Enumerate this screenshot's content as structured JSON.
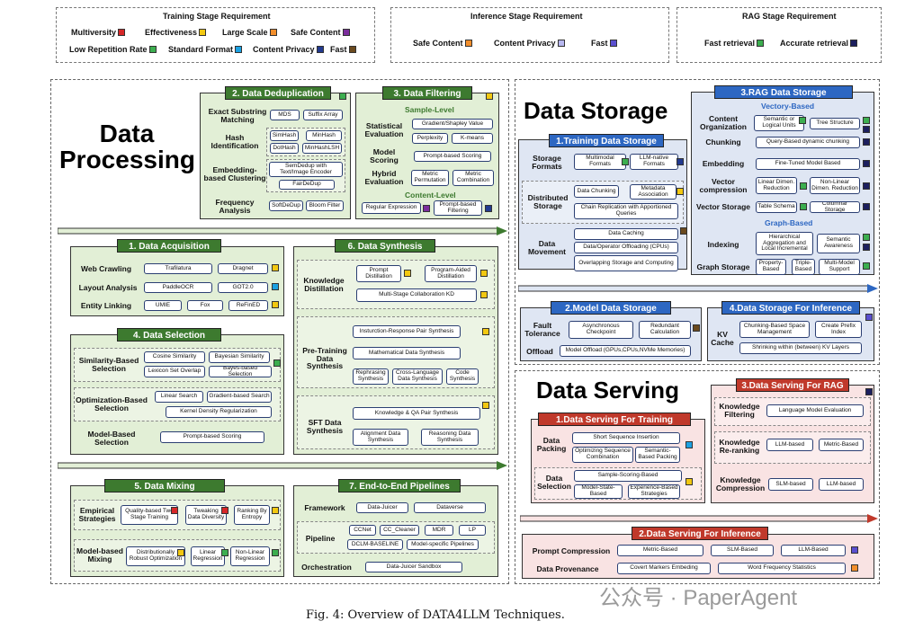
{
  "colors": {
    "red": "#d62728",
    "yellow": "#f2c811",
    "orange": "#f28e2b",
    "purple": "#7b2d9c",
    "green": "#3cae4f",
    "cyan": "#1ba1e2",
    "navy": "#223a8f",
    "brown": "#6b4a1e",
    "lavender": "#b8b8f0",
    "violet": "#5a4fcf",
    "dark": "#1c1f5e"
  },
  "legend": {
    "training": {
      "title": "Training Stage Requirement",
      "items": [
        "Multiversity",
        "Effectiveness",
        "Large Scale",
        "Safe Content",
        "Low Repetition Rate",
        "Standard Format",
        "Content Privacy",
        "Fast"
      ]
    },
    "inference": {
      "title": "Inference Stage Requirement",
      "items": [
        "Safe Content",
        "Content Privacy",
        "Fast"
      ]
    },
    "rag": {
      "title": "RAG Stage Requirement",
      "items": [
        "Fast retrieval",
        "Accurate retrieval"
      ]
    }
  },
  "processing": {
    "title": "Data Processing",
    "dedup": {
      "header": "2. Data Deduplication",
      "rows": [
        {
          "label": "Exact Substring Matching",
          "pills": [
            "MDS",
            "Suffix Array"
          ]
        },
        {
          "label": "Hash Identification",
          "pills": [
            "SimHash",
            "MinHash",
            "DotHash",
            "MinHashLSH"
          ]
        },
        {
          "label": "Embedding-based Clustering",
          "pills": [
            "SemDedup with Text/Image Encoder",
            "FairDeDup"
          ]
        },
        {
          "label": "Frequency Analysis",
          "pills": [
            "SoftDeDup",
            "Bloom Filter"
          ]
        }
      ]
    },
    "filtering": {
      "header": "3. Data Filtering",
      "sample_level": "Sample-Level",
      "content_level": "Content-Level",
      "rows": [
        {
          "label": "Statistical Evaluation",
          "pills": [
            "Gradient/Shapley Value",
            "Perplexity",
            "K-means"
          ]
        },
        {
          "label": "Model Scoring",
          "pills": [
            "Prompt-based Scoring"
          ]
        },
        {
          "label": "Hybrid Evaluation",
          "pills": [
            "Metric Permutation",
            "Metric Combination"
          ]
        }
      ],
      "content_pills": [
        "Regular Expression",
        "Prompt-based Filtering"
      ]
    },
    "acquisition": {
      "header": "1. Data Acquisition",
      "rows": [
        {
          "label": "Web Crawling",
          "pills": [
            "Trafilatura",
            "Dragnet"
          ]
        },
        {
          "label": "Layout Analysis",
          "pills": [
            "PaddleOCR",
            "GOT2.0"
          ]
        },
        {
          "label": "Entity Linking",
          "pills": [
            "UMIE",
            "Fox",
            "ReFinED"
          ]
        }
      ]
    },
    "selection": {
      "header": "4. Data Selection",
      "rows": [
        {
          "label": "Similarity-Based Selection",
          "pills": [
            "Cosine Similarity",
            "Bayesian Similarity",
            "Lexicon Set Overlap",
            "Bayes-based Selection"
          ]
        },
        {
          "label": "Optimization-Based Selection",
          "pills": [
            "Linear Search",
            "Gradient-based Search",
            "Kernel Density Regularization"
          ]
        },
        {
          "label": "Model-Based Selection",
          "pills": [
            "Prompt-based Scoring"
          ]
        }
      ]
    },
    "synthesis": {
      "header": "6. Data Synthesis",
      "rows": [
        {
          "label": "Knowledge Distillation",
          "pills": [
            "Prompt Distillation",
            "Program-Aided Distillation",
            "Multi-Stage Collaboration KD"
          ]
        },
        {
          "label": "Pre-Training Data Synthesis",
          "pills": [
            "Insturction-Response Pair Synthesis",
            "Mathematical Data Synthesis",
            "Rephrasing Synthesis",
            "Cross-Language Data Synthesis",
            "Code Synthesis"
          ]
        },
        {
          "label": "SFT Data Synthesis",
          "pills": [
            "Knowledge & QA Pair Synthesis",
            "Alignment Data Synthesis",
            "Reasoning Data Synthesis"
          ]
        }
      ]
    },
    "mixing": {
      "header": "5. Data Mixing",
      "rows": [
        {
          "label": "Empirical Strategies",
          "pills": [
            "Quality-based Two Stage Training",
            "Tweaking Data Diversity",
            "Ranking By Entropy"
          ]
        },
        {
          "label": "Model-based Mixing",
          "pills": [
            "Distributionally Robust Optimization",
            "Linear Regression",
            "Non-Linear Regression"
          ]
        }
      ]
    },
    "pipelines": {
      "header": "7. End-to-End Pipelines",
      "rows": [
        {
          "label": "Framework",
          "pills": [
            "Data-Juicer",
            "Dataverse"
          ]
        },
        {
          "label": "Pipeline",
          "pills": [
            "CCNet",
            "CC_Cleaner",
            "MDR",
            "LP",
            "DCLM-BASELINE",
            "Model-specific Pipelines"
          ]
        },
        {
          "label": "Orchestration",
          "pills": [
            "Data-Juicer Sandbox"
          ]
        }
      ]
    }
  },
  "storage": {
    "title": "Data Storage",
    "training": {
      "header": "1.Training Data Storage",
      "rows": [
        {
          "label": "Storage Formats",
          "pills": [
            "Multimodal Formats",
            "LLM-native Formats"
          ]
        },
        {
          "label": "Distributed Storage",
          "pills": [
            "Data Chunking",
            "Metadata Association",
            "Chain Replication with Apportioned Queries"
          ]
        },
        {
          "label": "Data Movement",
          "pills": [
            "Data Caching",
            "Data/Operator Offloading (CPUs)",
            "Overlapping Storage and Computing"
          ]
        }
      ]
    },
    "rag": {
      "header": "3.RAG Data Storage",
      "vectory": "Vectory-Based",
      "graph": "Graph-Based",
      "rows": [
        {
          "label": "Content Organization",
          "pills": [
            "Semantic or Logical Units",
            "Tree Structure"
          ]
        },
        {
          "label": "Chunking",
          "pills": [
            "Query-Based dynamic chunking"
          ]
        },
        {
          "label": "Embedding",
          "pills": [
            "Fine-Tuned Model Based"
          ]
        },
        {
          "label": "Vector compression",
          "pills": [
            "Linear Dimen. Reduction",
            "Non-Linear Dimen. Reduction"
          ]
        },
        {
          "label": "Vector Storage",
          "pills": [
            "Table Schema",
            "Columnar Storage"
          ]
        },
        {
          "label": "Indexing",
          "pills": [
            "Hierarchical Aggregation and Local Incremental",
            "Semantic Awareness"
          ]
        },
        {
          "label": "Graph Storage",
          "pills": [
            "Property-Based",
            "Triple-Based",
            "Multi-Model Support"
          ]
        }
      ]
    },
    "model": {
      "header": "2.Model Data Storage",
      "rows": [
        {
          "label": "Fault Tolerance",
          "pills": [
            "Asynchronous Checkpoint",
            "Redundant Calculation"
          ]
        },
        {
          "label": "Offload",
          "pills": [
            "Model Offload (GPUs,CPUs,NVMe Memories)"
          ]
        }
      ]
    },
    "inference": {
      "header": "4.Data Storage For Inference",
      "rows": [
        {
          "label": "KV Cache",
          "pills": [
            "Chunking-Based Space Management",
            "Create Prefix Index",
            "Shrinking within (between) KV Layers"
          ]
        }
      ]
    }
  },
  "serving": {
    "title": "Data Serving",
    "training": {
      "header": "1.Data Serving For Training",
      "rows": [
        {
          "label": "Data Packing",
          "pills": [
            "Short Sequence Insertion",
            "Optimizing Sequence Combination",
            "Semantic-Based Packing"
          ]
        },
        {
          "label": "Data Selection",
          "pills": [
            "Sample-Scoring-Based",
            "Model-State-Based",
            "Experience-Based Strategies"
          ]
        }
      ]
    },
    "rag": {
      "header": "3.Data Serving For RAG",
      "rows": [
        {
          "label": "Knowledge Filtering",
          "pills": [
            "Language Model Evaluation"
          ]
        },
        {
          "label": "Knowledge Re-ranking",
          "pills": [
            "LLM-based",
            "Metric-Based"
          ]
        },
        {
          "label": "Knowledge Compression",
          "pills": [
            "SLM-based",
            "LLM-based"
          ]
        }
      ]
    },
    "inference": {
      "header": "2.Data Serving For Inference",
      "rows": [
        {
          "label": "Prompt Compression",
          "pills": [
            "Metric-Based",
            "SLM-Based",
            "LLM-Based"
          ]
        },
        {
          "label": "Data Provenance",
          "pills": [
            "Covert Markers Embeding",
            "Word Frequency Statistics"
          ]
        }
      ]
    }
  },
  "caption": "Fig. 4: Overview of DATA4LLM Techniques.",
  "watermark": "公众号 · PaperAgent"
}
